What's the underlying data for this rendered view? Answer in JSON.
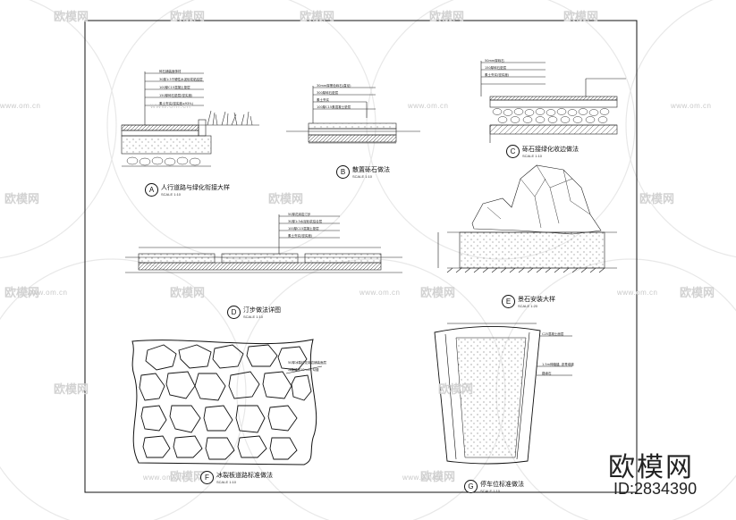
{
  "brand": {
    "main": "欧模网",
    "id": "ID:2834390"
  },
  "watermark": {
    "site": "www.om.cn",
    "brand": "欧模网"
  },
  "details": [
    {
      "letter": "A",
      "title": "人行道路与绿化衔接大样",
      "scale": "SCALE 1:10"
    },
    {
      "letter": "B",
      "title": "散置砾石做法",
      "scale": "SCALE 1:10"
    },
    {
      "letter": "C",
      "title": "砾石接绿化收边做法",
      "scale": "SCALE 1:10"
    },
    {
      "letter": "D",
      "title": "汀步做法详图",
      "scale": "SCALE 1:10"
    },
    {
      "letter": "E",
      "title": "景石安装大样",
      "scale": "SCALE 1:20"
    },
    {
      "letter": "F",
      "title": "冰裂板道路标准做法",
      "scale": "SCALE 1:10"
    },
    {
      "letter": "G",
      "title": "停车位标准做法",
      "scale": "SCALE 1:10"
    }
  ],
  "notes": {
    "a": [
      "碎石铺装面饰材",
      "30厚1:3干硬性水泥砂浆粘结层",
      "100厚C15混凝土垫层",
      "150厚碎石垫层(密实度)",
      "素土夯实(密实度≥93%)"
    ],
    "b": [
      "30mm厚黑色砾石(直径)",
      "300厚碎石垫层",
      "素土夯实",
      "100厚C15素混凝土垫层"
    ],
    "c": [
      "50mm厚砾石",
      "150厚碎石垫层",
      "素土夯实(密实度)"
    ],
    "d": [
      "50厚花岗岩汀步",
      "30厚1:3水泥砂浆结合层",
      "100厚C15混凝土垫层",
      "素土夯实(密实度)"
    ],
    "f": [
      "50厚冰裂纹花岗岩铺装面层",
      "冰裂缝宽10mm, 勾缝"
    ],
    "g": [
      "C25混凝土面层",
      "1.5m伸缩缝, 沥青填缝",
      "路缘石"
    ]
  }
}
